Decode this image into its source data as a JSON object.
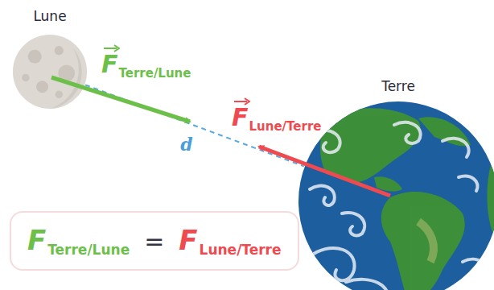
{
  "diagram": {
    "nodes": [
      {
        "text": [
          "Lune"
        ]
      },
      {
        "text": [
          "Terre"
        ]
      },
      {
        "text": [
          "F",
          "Terre/Lune",
          "=",
          "F",
          "Lune/Terre"
        ]
      }
    ],
    "edges": [
      {
        "from": 0,
        "to": 1,
        "arrow": "none",
        "label": "d"
      }
    ],
    "labels": [
      "F",
      "Terre/Lune",
      "F",
      "Lune/Terre"
    ]
  }
}
